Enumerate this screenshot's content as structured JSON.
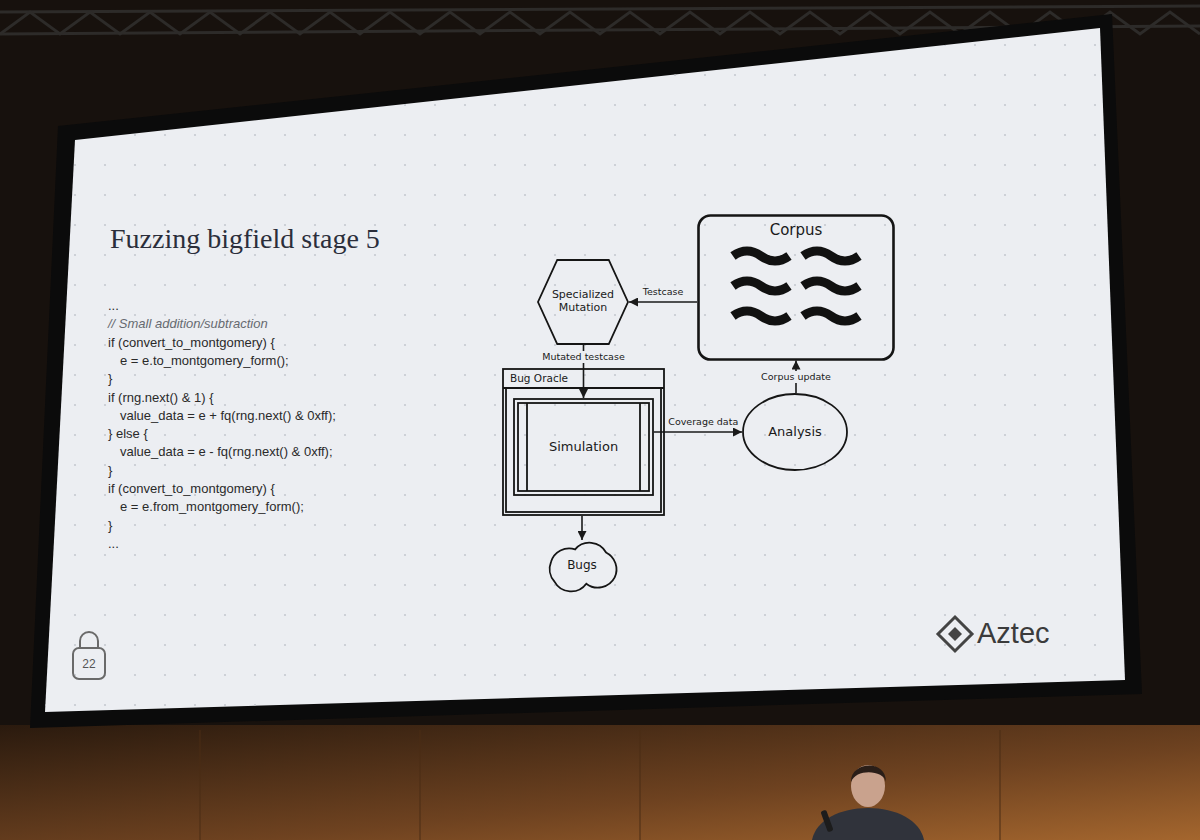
{
  "diagram": {
    "title": "Fuzzing bigfield stage 5",
    "nodes": [
      {
        "text": [
          "Corpus"
        ]
      },
      {
        "text": [
          "Specialized Mutation"
        ]
      },
      {
        "text": [
          "Bug Oracle"
        ]
      },
      {
        "text": [
          "Simulation"
        ],
        "in": 2
      },
      {
        "text": [
          "Analysis"
        ]
      },
      {
        "text": [
          "Bugs"
        ]
      }
    ],
    "edges": [
      {
        "from": 0,
        "to": 1,
        "arrow": "to",
        "label": "Testcase"
      },
      {
        "from": 1,
        "to": 3,
        "arrow": "to",
        "label": "Mutated testcase"
      },
      {
        "from": 3,
        "to": 4,
        "arrow": "to",
        "label": "Coverage data"
      },
      {
        "from": 4,
        "to": 0,
        "arrow": "to",
        "label": "Corpus update"
      },
      {
        "from": 2,
        "to": 5,
        "arrow": "to"
      }
    ],
    "labels": [
      "...",
      "// Small addition/subtraction",
      "if (convert_to_montgomery) {",
      "e = e.to_montgomery_form();",
      "}",
      "if (rng.next() & 1) {",
      "value_data = e + fq(rng.next() & 0xff);",
      "} else {",
      "value_data = e - fq(rng.next() & 0xff);",
      "}",
      "if (convert_to_montgomery) {",
      "e = e.from_montgomery_form();",
      "}",
      "...",
      "22",
      "Aztec"
    ]
  }
}
